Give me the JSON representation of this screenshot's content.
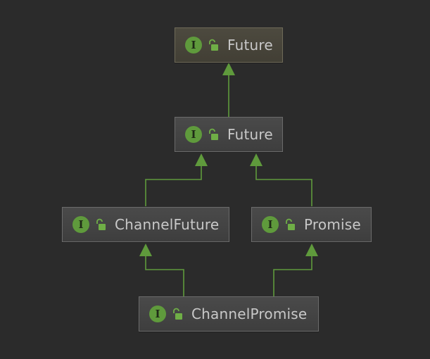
{
  "diagram": {
    "nodes": [
      {
        "id": "future-root",
        "label": "Future",
        "badge": "I",
        "kind": "interface"
      },
      {
        "id": "future",
        "label": "Future",
        "badge": "I",
        "kind": "interface"
      },
      {
        "id": "channel-future",
        "label": "ChannelFuture",
        "badge": "I",
        "kind": "interface"
      },
      {
        "id": "promise",
        "label": "Promise",
        "badge": "I",
        "kind": "interface"
      },
      {
        "id": "channel-promise",
        "label": "ChannelPromise",
        "badge": "I",
        "kind": "interface"
      }
    ],
    "edges": [
      {
        "from": "future",
        "to": "future-root",
        "type": "extends"
      },
      {
        "from": "channel-future",
        "to": "future",
        "type": "extends"
      },
      {
        "from": "promise",
        "to": "future",
        "type": "extends"
      },
      {
        "from": "channel-promise",
        "to": "channel-future",
        "type": "extends"
      },
      {
        "from": "channel-promise",
        "to": "promise",
        "type": "extends"
      }
    ],
    "colors": {
      "background": "#2b2b2b",
      "edge": "#5f9a3c",
      "badge": "#5f9a3c",
      "text": "#c8c8c8"
    }
  }
}
